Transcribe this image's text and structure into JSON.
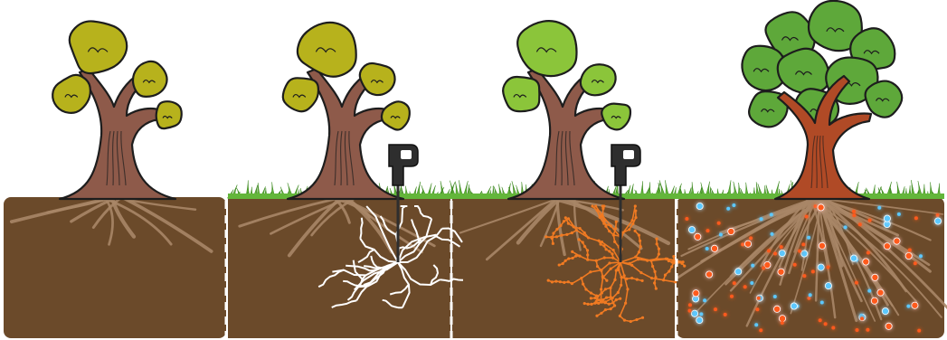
{
  "diagram": {
    "panels": [
      {
        "stage": 1,
        "grass": false,
        "injector_tool": false,
        "root_network": "none",
        "tree_health": "poor"
      },
      {
        "stage": 2,
        "grass": true,
        "injector_tool": true,
        "root_network": "white-cracks",
        "tree_health": "poor"
      },
      {
        "stage": 3,
        "grass": true,
        "injector_tool": true,
        "root_network": "orange-channels",
        "tree_health": "improving"
      },
      {
        "stage": 4,
        "grass": true,
        "injector_tool": false,
        "root_network": "dense-roots-with-nutrients",
        "tree_health": "healthy"
      }
    ],
    "separator_style": "white-dashed",
    "colors": {
      "soil": "#6b4a2a",
      "grass": "#63b63a",
      "trunk": "#8e5a4a",
      "trunk_healthy": "#b04a26",
      "roots": "#a98667",
      "canopy_poor": "#b7b21c",
      "canopy_improving": "#8bc53a",
      "canopy_healthy": "#5ea83a",
      "crack": "#ffffff",
      "channel": "#f07a22",
      "nutrient_orange": "#ff5a1e",
      "nutrient_blue": "#5cc8ff",
      "tool": "#2e2e2e",
      "outline": "#1d1d1d"
    }
  }
}
